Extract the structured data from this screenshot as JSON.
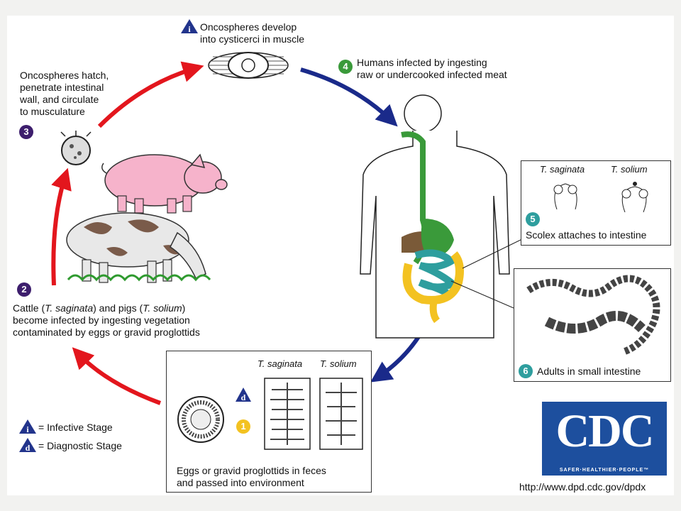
{
  "stages": {
    "s1": {
      "number": "1",
      "text": "Eggs or gravid proglottids in feces",
      "text2": "and passed into environment"
    },
    "s2": {
      "number": "2",
      "l1a": "Cattle (",
      "l1b": "T. saginata",
      "l1c": ") and pigs (",
      "l1d": "T. solium",
      "l1e": ")",
      "l2": "become infected by ingesting vegetation",
      "l3": "contaminated by eggs or gravid proglottids"
    },
    "s3": {
      "number": "3",
      "l1": "Oncospheres hatch,",
      "l2": "penetrate intestinal",
      "l3": "wall, and circulate",
      "l4": "to musculature"
    },
    "s4": {
      "number": "4",
      "l1": "Humans infected by ingesting",
      "l2": "raw or undercooked infected meat"
    },
    "s5": {
      "number": "5",
      "text": "Scolex attaches to intestine",
      "left_label": "T. saginata",
      "right_label": "T. solium"
    },
    "s6": {
      "number": "6",
      "text": "Adults in small intestine"
    },
    "top": {
      "l1": "Oncospheres develop",
      "l2": "into cysticerci in muscle",
      "marker": "i"
    },
    "eggs_box": {
      "left_label": "T. saginata",
      "right_label": "T. solium",
      "marker": "d"
    }
  },
  "legend": {
    "infective": {
      "marker": "i",
      "text": "= Infective Stage"
    },
    "diagnostic": {
      "marker": "d",
      "text": "= Diagnostic Stage"
    }
  },
  "cdc": {
    "logo_text": "CDC",
    "tagline": "SAFER·HEALTHIER·PEOPLE™",
    "url": "http://www.dpd.cdc.gov/dpdx"
  },
  "colors": {
    "infection_arrow": "#e3161d",
    "human_arrow": "#1a2a8a",
    "stage_purple": "#3d1e6d",
    "stage_teal": "#2e9e9e",
    "stage_yellow": "#f3c221",
    "stage_green": "#3a9a3a",
    "marker_blue": "#22348c",
    "cdc_blue": "#1d4f9e"
  }
}
